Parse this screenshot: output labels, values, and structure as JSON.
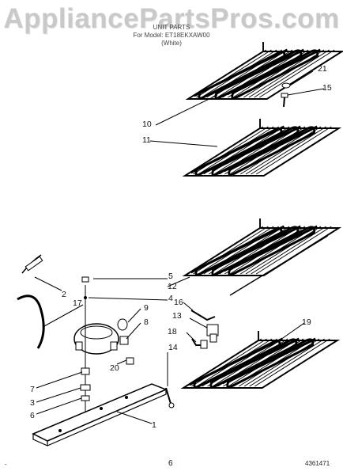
{
  "watermark": "AppliancePartsPros.com",
  "header": {
    "line1": "UNIT PARTS",
    "line2": "For Model: ET18EKXAW00",
    "line3": "(White)"
  },
  "footer": {
    "page_number": "6",
    "part_doc_number": "4361471"
  },
  "callouts": {
    "c1": "1",
    "c2": "2",
    "c3": "3",
    "c4": "4",
    "c5": "5",
    "c6": "6",
    "c7": "7",
    "c8": "8",
    "c9": "9",
    "c10": "10",
    "c11": "11",
    "c12": "12",
    "c13": "13",
    "c14": "14",
    "c15": "15",
    "c16": "16",
    "c17": "17",
    "c18": "18",
    "c19": "19",
    "c20": "20",
    "c21": "21"
  }
}
